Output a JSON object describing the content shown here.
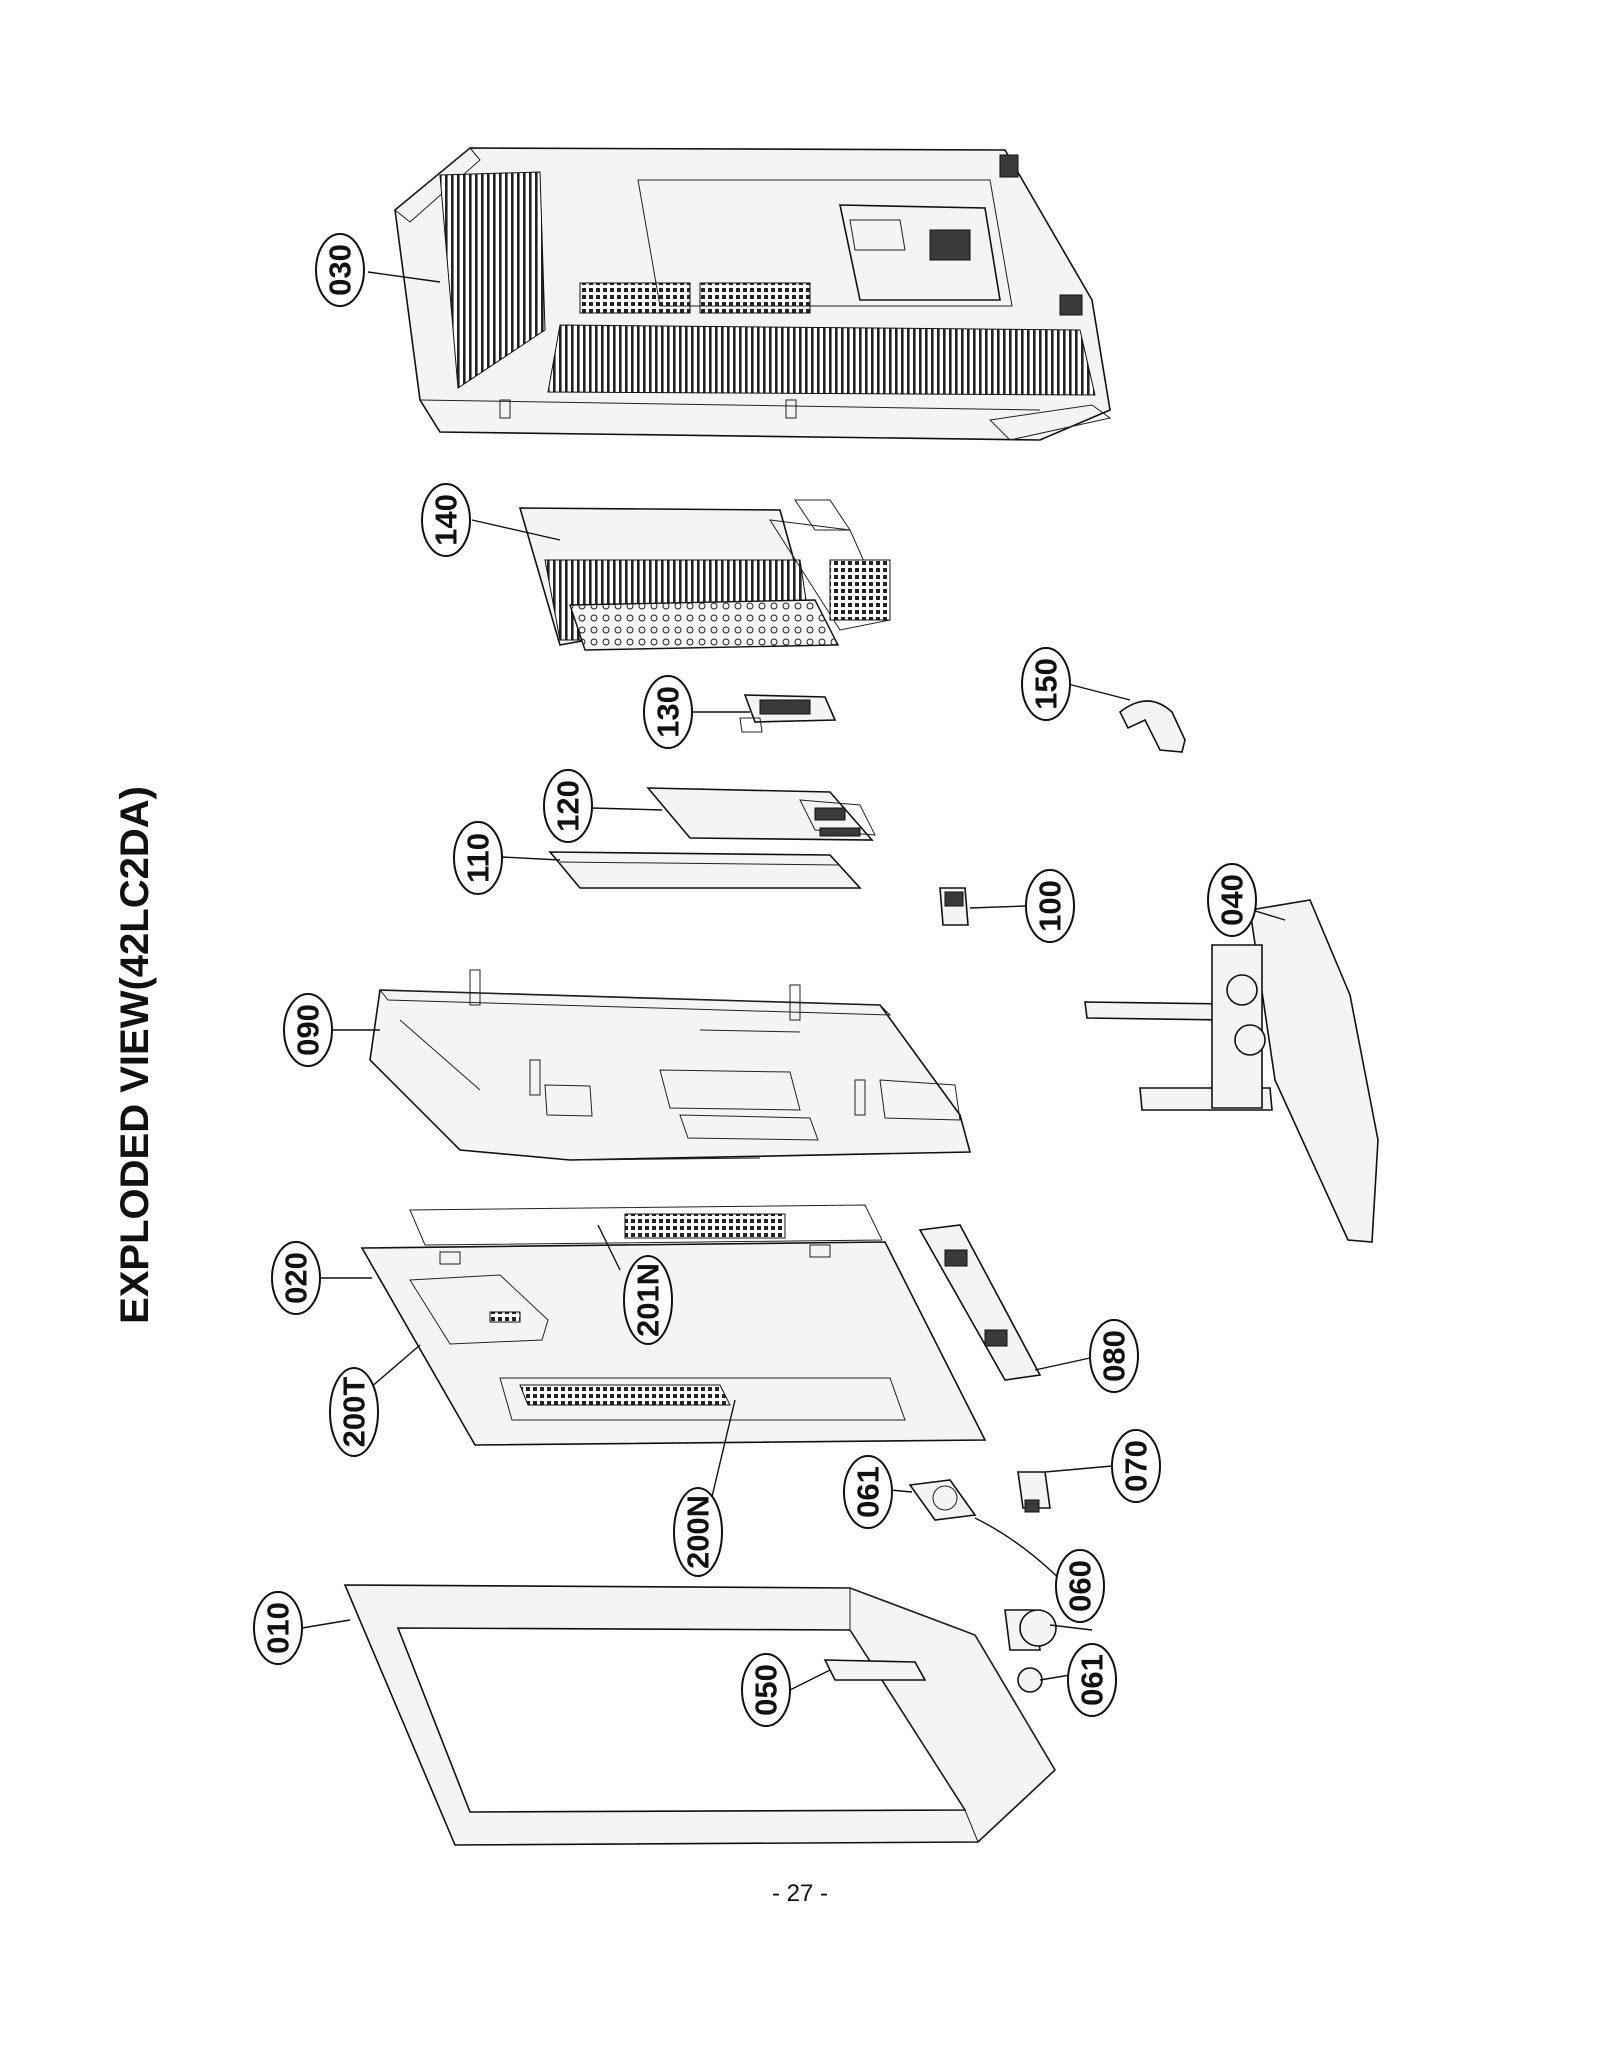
{
  "title": "EXPLODED VIEW(42LC2DA)",
  "page_number": "- 27 -",
  "parts": {
    "p010": "010",
    "p020": "020",
    "p030": "030",
    "p040": "040",
    "p050": "050",
    "p060": "060",
    "p061a": "061",
    "p061b": "061",
    "p070": "070",
    "p080": "080",
    "p090": "090",
    "p100": "100",
    "p110": "110",
    "p120": "120",
    "p130": "130",
    "p140": "140",
    "p150": "150",
    "p200N": "200N",
    "p200T": "200T",
    "p201N": "201N"
  }
}
